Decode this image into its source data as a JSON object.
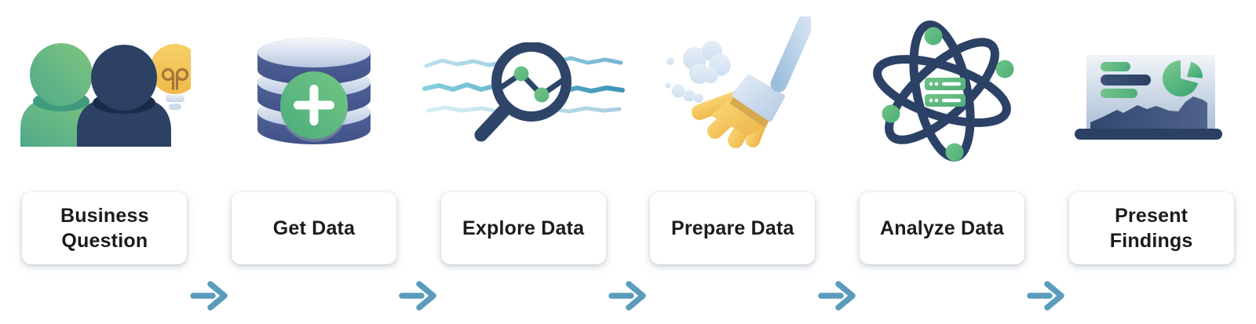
{
  "diagram": {
    "type": "process-flow",
    "direction": "left-to-right",
    "stages": [
      {
        "id": "business-question",
        "label": "Business Question",
        "icon": "people-lightbulb-icon"
      },
      {
        "id": "get-data",
        "label": "Get Data",
        "icon": "database-add-icon"
      },
      {
        "id": "explore-data",
        "label": "Explore Data",
        "icon": "magnifier-linechart-icon"
      },
      {
        "id": "prepare-data",
        "label": "Prepare Data",
        "icon": "broom-sweep-icon"
      },
      {
        "id": "analyze-data",
        "label": "Analyze Data",
        "icon": "atom-server-icon"
      },
      {
        "id": "present-findings",
        "label": "Present Findings",
        "icon": "laptop-charts-icon"
      }
    ],
    "connector": {
      "glyph": "→",
      "count": 5
    }
  },
  "colors": {
    "background": "#ffffff",
    "card_background": "#ffffff",
    "label_text": "#1b1b1b",
    "arrow": "#5b9cbd",
    "accent_green": "#5cb885",
    "accent_navy": "#2c4166",
    "accent_yellow": "#f5c95e",
    "accent_lightblue": "#bcd4ea"
  }
}
